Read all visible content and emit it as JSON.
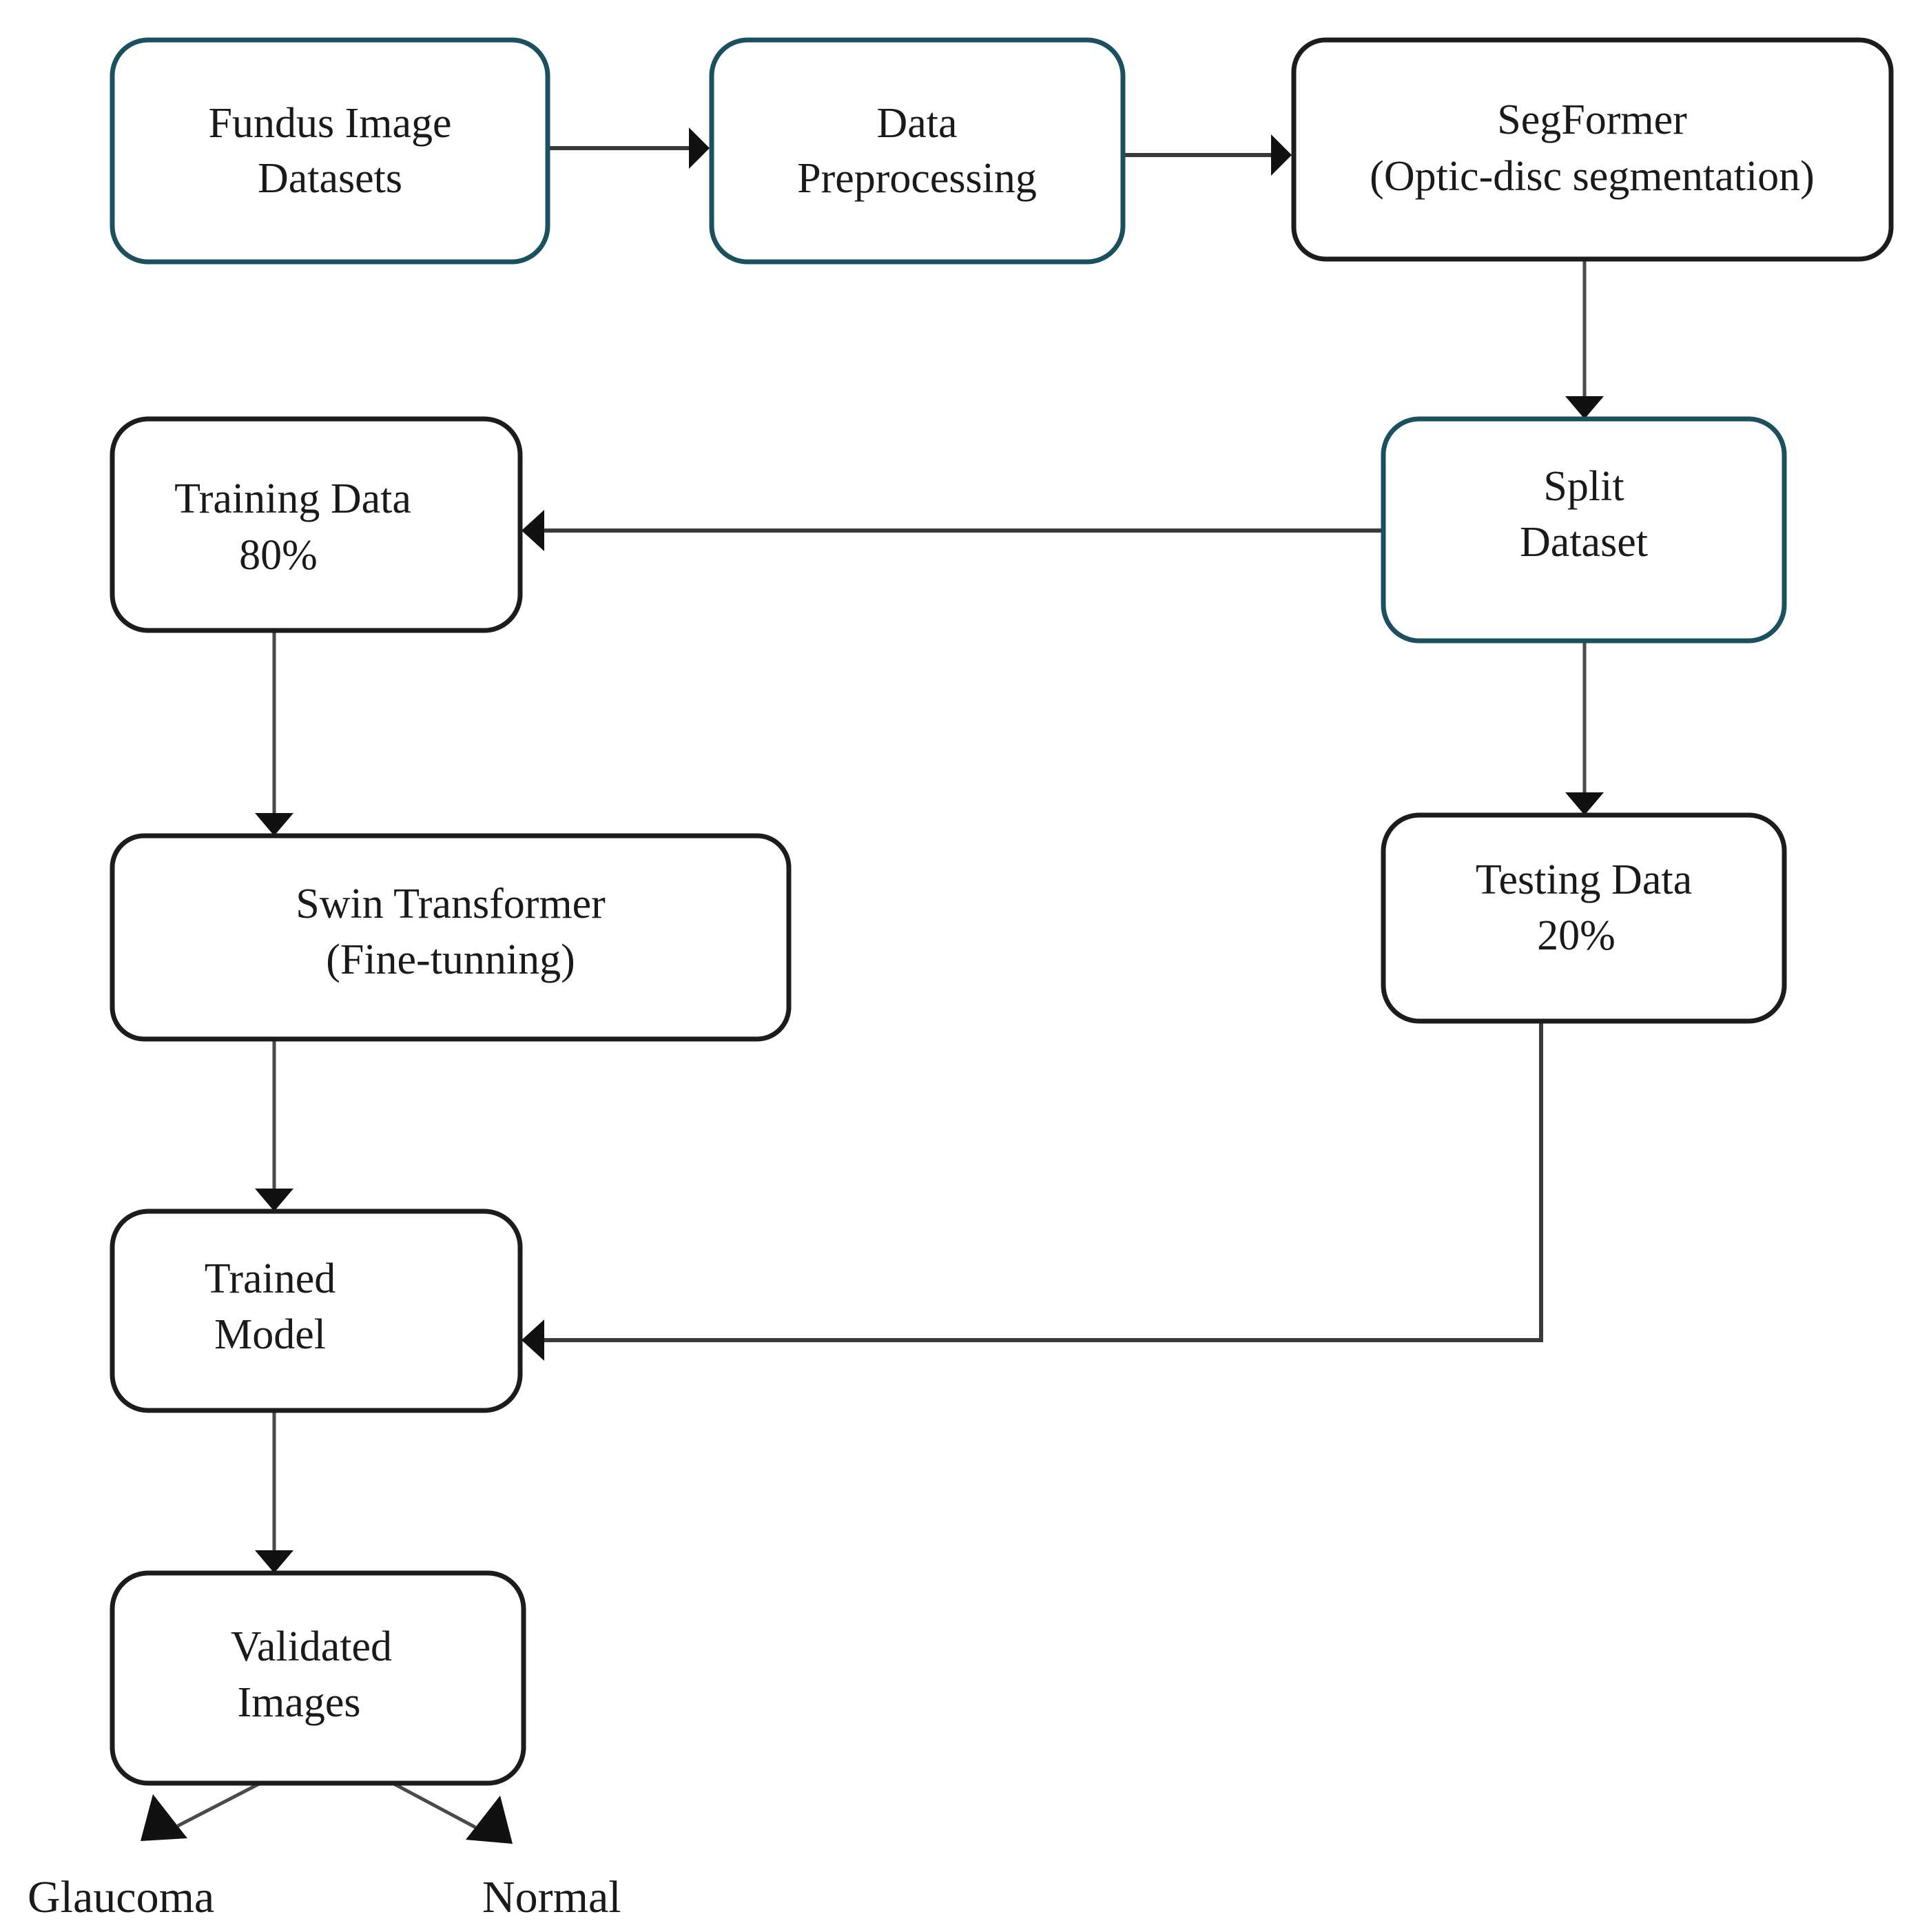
{
  "diagram": {
    "title": "Glaucoma detection pipeline flowchart",
    "colors": {
      "teal_border": "#1b5061",
      "dark_border": "#1c1c1c",
      "connector": "#3a3a3a",
      "text": "#1a1a1a",
      "background": "#ffffff"
    },
    "nodes": [
      {
        "id": "fundus-image-datasets",
        "lines": [
          "Fundus Image",
          "Datasets"
        ],
        "border": "teal"
      },
      {
        "id": "data-preprocessing",
        "lines": [
          "Data",
          "Preprocessing"
        ],
        "border": "teal"
      },
      {
        "id": "segformer",
        "lines": [
          "SegFormer",
          "(Optic-disc segmentation)"
        ],
        "border": "dark"
      },
      {
        "id": "training-data",
        "lines": [
          "Training Data",
          "80%"
        ],
        "border": "dark"
      },
      {
        "id": "split-dataset",
        "lines": [
          "Split",
          "Dataset"
        ],
        "border": "teal"
      },
      {
        "id": "swin-transformer",
        "lines": [
          "Swin Transformer",
          "(Fine-tunning)"
        ],
        "border": "dark"
      },
      {
        "id": "testing-data",
        "lines": [
          "Testing Data",
          "20%"
        ],
        "border": "dark"
      },
      {
        "id": "trained-model",
        "lines": [
          "Trained",
          "Model"
        ],
        "border": "dark"
      },
      {
        "id": "validated-images",
        "lines": [
          "Validated",
          "Images"
        ],
        "border": "dark"
      }
    ],
    "terminals": [
      {
        "id": "glaucoma",
        "label": "Glaucoma"
      },
      {
        "id": "normal",
        "label": "Normal"
      }
    ],
    "edges": [
      {
        "from": "fundus-image-datasets",
        "to": "data-preprocessing"
      },
      {
        "from": "data-preprocessing",
        "to": "segformer"
      },
      {
        "from": "segformer",
        "to": "split-dataset"
      },
      {
        "from": "split-dataset",
        "to": "training-data"
      },
      {
        "from": "split-dataset",
        "to": "testing-data"
      },
      {
        "from": "training-data",
        "to": "swin-transformer"
      },
      {
        "from": "swin-transformer",
        "to": "trained-model"
      },
      {
        "from": "testing-data",
        "to": "trained-model"
      },
      {
        "from": "trained-model",
        "to": "validated-images"
      },
      {
        "from": "validated-images",
        "to": "glaucoma"
      },
      {
        "from": "validated-images",
        "to": "normal"
      }
    ]
  }
}
